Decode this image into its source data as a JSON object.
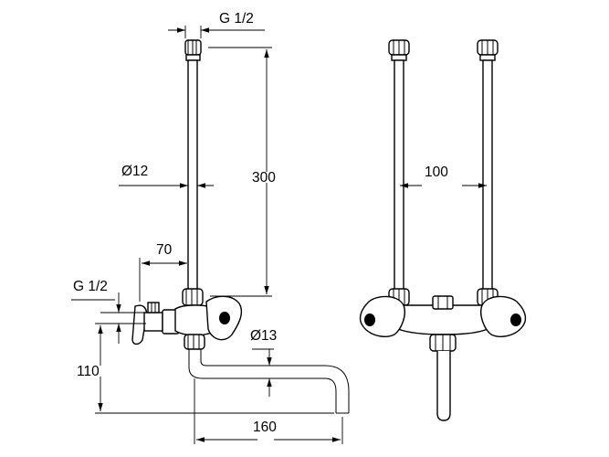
{
  "drawing": {
    "side_view": {
      "inlet_thread": "G 1/2",
      "pipe_diameter": "Ø12",
      "pipe_length": "300",
      "projection": "70",
      "outlet_thread": "G 1/2",
      "spout_diameter": "Ø13",
      "spout_height": "110",
      "spout_reach": "160"
    },
    "front_view": {
      "pipe_spacing": "100"
    }
  }
}
